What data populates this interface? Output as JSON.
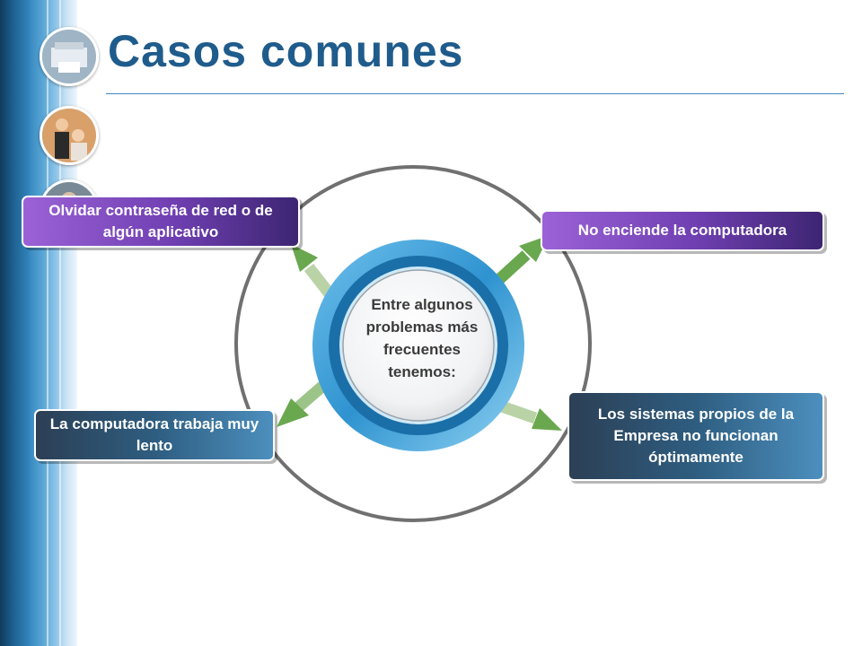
{
  "title": "Casos comunes",
  "center": {
    "text": "Entre algunos problemas más frecuentes tenemos:"
  },
  "items": [
    {
      "text": "Olvidar contraseña de red o de algún aplicativo"
    },
    {
      "text": "No enciende la computadora"
    },
    {
      "text": "La computadora trabaja muy lento"
    },
    {
      "text": "Los sistemas propios de la Empresa no funcionan óptimamente"
    }
  ],
  "colors": {
    "title": "#1f5c8c",
    "accent_purple": "#6f3fb1",
    "accent_blue": "#2e5d80",
    "arrow": "#6aa84f"
  },
  "icons": [
    "office-printer-photo",
    "business-people-photo",
    "people-photo"
  ]
}
